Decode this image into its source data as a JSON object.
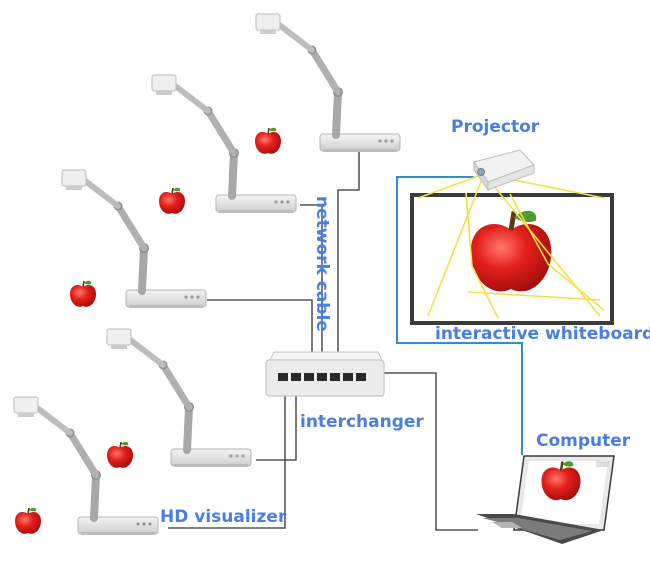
{
  "labels": {
    "network_cable": "network cable",
    "projector": "Projector",
    "interactive_whiteboard": "interactive whiteboard",
    "interchanger": "interchanger",
    "computer": "Computer",
    "hd_visualizer": "HD visualizer"
  },
  "colors": {
    "label": "#4a7ee0",
    "connector": "#2c8fd0",
    "beam": "#f2e04a",
    "cable": "#333333",
    "apple": "#e02020",
    "device": "#e8e8e8"
  },
  "icons": [
    "document-camera-icon",
    "apple-icon",
    "switch-icon",
    "projector-icon",
    "whiteboard-icon",
    "laptop-icon"
  ]
}
